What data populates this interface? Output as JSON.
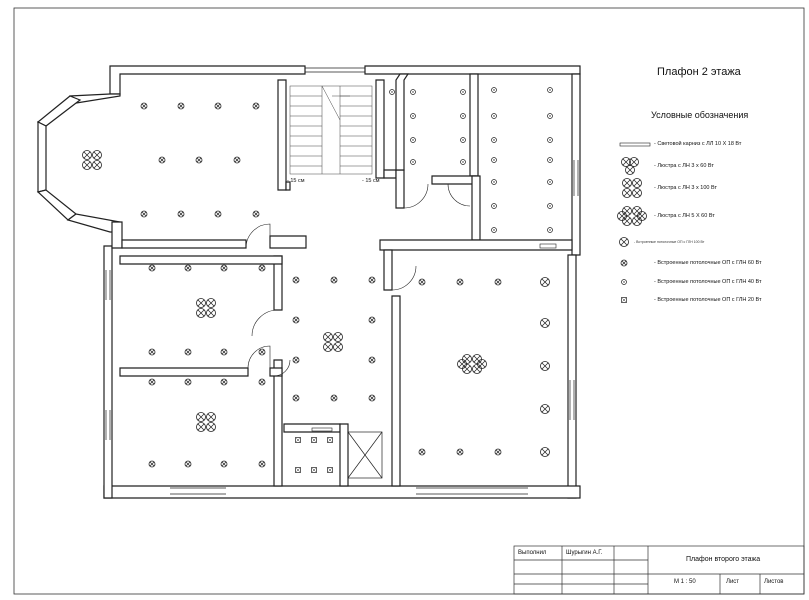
{
  "sheet": {
    "title": "Плафон 2 этажа",
    "legend_title": "Условные обозначения"
  },
  "legend": [
    {
      "symbol": "cornice-strip",
      "label": "- Световой карниз с ЛЛ 10 Х 18 Вт"
    },
    {
      "symbol": "chandelier-3x60",
      "label": "- Люстра с ЛН 3 х 60 Вт"
    },
    {
      "symbol": "chandelier-3x100",
      "label": "- Люстра с ЛН 3 х 100 Вт"
    },
    {
      "symbol": "chandelier-5x60",
      "label": "- Люстра с ЛН 5 Х 60 Вт"
    },
    {
      "symbol": "spot-100",
      "label": "- Встроенные потолочные ОП с ГЛН 100 Вт"
    },
    {
      "symbol": "spot-60",
      "label": "- Встроенные потолочные ОП с ГЛН 60 Вт"
    },
    {
      "symbol": "spot-40",
      "label": "- Встроенные потолочные ОП с ГЛН 40 Вт"
    },
    {
      "symbol": "spot-20",
      "label": "- Встроенные потолочные ОП с ГЛН 20 Вт"
    }
  ],
  "dimensions": {
    "left": "- 15 см",
    "right": "- 15 см"
  },
  "title_block": {
    "performed_label": "Выполнил",
    "performer": "Шурыгин А.Г.",
    "drawing_title": "Плафон второго этажа",
    "scale": "М  1 : 50",
    "sheet_label": "Лист",
    "sheets_label": "Листов"
  },
  "colors": {
    "wall": "#ffffff",
    "line": "#222222",
    "paper": "#ffffff"
  }
}
